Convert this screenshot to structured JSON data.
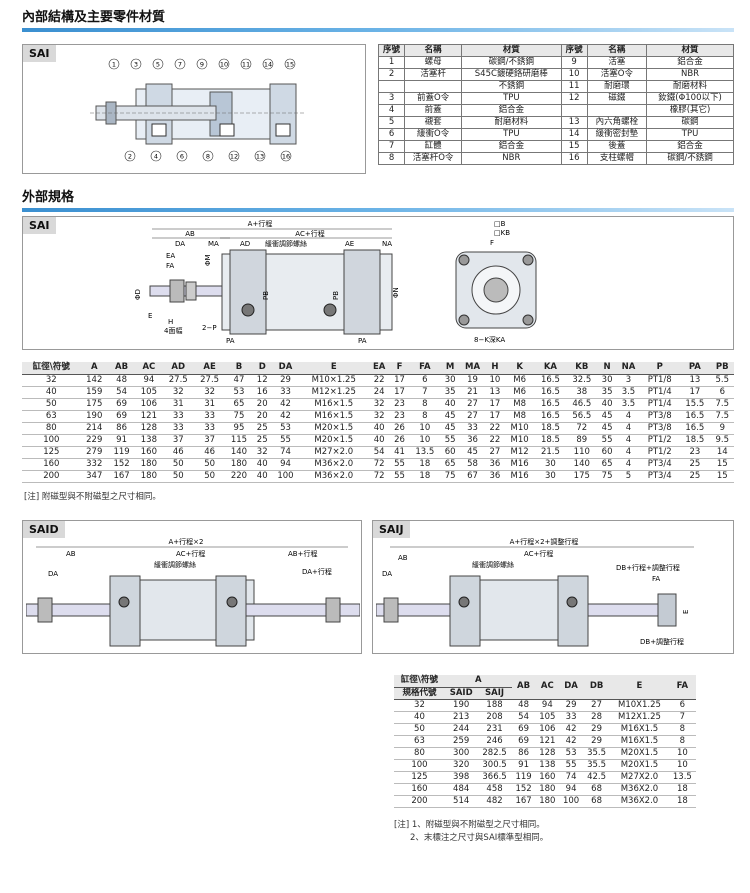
{
  "sections": {
    "internal": "內部結構及主要零件材質",
    "external": "外部規格"
  },
  "labels": {
    "sai": "SAI",
    "sai2": "SAI",
    "said": "SAID",
    "saij": "SAIJ"
  },
  "parts_header": [
    "序號",
    "名稱",
    "材質",
    "序號",
    "名稱",
    "材質"
  ],
  "parts_left": [
    [
      "1",
      "螺母",
      "碳鋼/不銹鋼"
    ],
    [
      "2",
      "活塞杆",
      "S45C鍍硬鉻研磨棒"
    ],
    [
      "",
      "",
      "不銹鋼"
    ],
    [
      "3",
      "前蓋O令",
      "TPU"
    ],
    [
      "4",
      "前蓋",
      "鋁合金"
    ],
    [
      "5",
      "襯套",
      "耐磨材料"
    ],
    [
      "6",
      "緩衝O令",
      "TPU"
    ],
    [
      "7",
      "缸體",
      "鋁合金"
    ],
    [
      "8",
      "活塞杆O令",
      "NBR"
    ]
  ],
  "parts_right": [
    [
      "9",
      "活塞",
      "鋁合金"
    ],
    [
      "10",
      "活塞O令",
      "NBR"
    ],
    [
      "11",
      "耐磨環",
      "耐磨材料"
    ],
    [
      "12",
      "磁鐵",
      "釹鐵(Φ100以下)"
    ],
    [
      "",
      "",
      "橡膠(其它)"
    ],
    [
      "13",
      "內六角螺栓",
      "碳鋼"
    ],
    [
      "14",
      "緩衝密封墊",
      "TPU"
    ],
    [
      "15",
      "後蓋",
      "鋁合金"
    ],
    [
      "16",
      "支柱螺帽",
      "碳鋼/不銹鋼"
    ]
  ],
  "callouts_top": [
    "1",
    "3",
    "5",
    "7",
    "9",
    "10",
    "11",
    "14",
    "15"
  ],
  "callouts_bottom": [
    "2",
    "4",
    "6",
    "8",
    "12",
    "13",
    "16"
  ],
  "dim": {
    "a_stroke": "A+行程",
    "ab": "AB",
    "ac_stroke": "AC+行程",
    "da": "DA",
    "ma": "MA",
    "ad": "AD",
    "ae": "AE",
    "na": "NA",
    "screw": "緩衝調節螺絲",
    "ea": "EA",
    "fa": "FA",
    "phi_m": "ΦM",
    "phi_d": "ΦD",
    "e": "E",
    "h": "H",
    "h_note": "4面幅",
    "two_p": "2−P",
    "pa": "PA",
    "pb": "PB",
    "phi_n": "ΦN",
    "sq_b": "□B",
    "sq_kb": "□KB",
    "f": "F",
    "k_note": "8−K深KA",
    "a_stroke2": "A+行程×2",
    "ab_stroke": "AB+行程",
    "da_stroke": "DA+行程",
    "a_stroke2_adj": "A+行程×2+調整行程",
    "db_stroke_adj": "DB+行程+調整行程",
    "db_adj": "DB+調整行程"
  },
  "spec_header": [
    "缸徑\\符號",
    "A",
    "AB",
    "AC",
    "AD",
    "AE",
    "B",
    "D",
    "DA",
    "E",
    "EA",
    "F",
    "FA",
    "M",
    "MA",
    "H",
    "K",
    "KA",
    "KB",
    "N",
    "NA",
    "P",
    "PA",
    "PB"
  ],
  "spec_rows": [
    [
      "32",
      "142",
      "48",
      "94",
      "27.5",
      "27.5",
      "47",
      "12",
      "29",
      "M10×1.25",
      "22",
      "17",
      "6",
      "30",
      "19",
      "10",
      "M6",
      "16.5",
      "32.5",
      "30",
      "3",
      "PT1/8",
      "13",
      "5.5"
    ],
    [
      "40",
      "159",
      "54",
      "105",
      "32",
      "32",
      "53",
      "16",
      "33",
      "M12×1.25",
      "24",
      "17",
      "7",
      "35",
      "21",
      "13",
      "M6",
      "16.5",
      "38",
      "35",
      "3.5",
      "PT1/4",
      "17",
      "6"
    ],
    [
      "50",
      "175",
      "69",
      "106",
      "31",
      "31",
      "65",
      "20",
      "42",
      "M16×1.5",
      "32",
      "23",
      "8",
      "40",
      "27",
      "17",
      "M8",
      "16.5",
      "46.5",
      "40",
      "3.5",
      "PT1/4",
      "15.5",
      "7.5"
    ],
    [
      "63",
      "190",
      "69",
      "121",
      "33",
      "33",
      "75",
      "20",
      "42",
      "M16×1.5",
      "32",
      "23",
      "8",
      "45",
      "27",
      "17",
      "M8",
      "16.5",
      "56.5",
      "45",
      "4",
      "PT3/8",
      "16.5",
      "7.5"
    ],
    [
      "80",
      "214",
      "86",
      "128",
      "33",
      "33",
      "95",
      "25",
      "53",
      "M20×1.5",
      "40",
      "26",
      "10",
      "45",
      "33",
      "22",
      "M10",
      "18.5",
      "72",
      "45",
      "4",
      "PT3/8",
      "16.5",
      "9"
    ],
    [
      "100",
      "229",
      "91",
      "138",
      "37",
      "37",
      "115",
      "25",
      "55",
      "M20×1.5",
      "40",
      "26",
      "10",
      "55",
      "36",
      "22",
      "M10",
      "18.5",
      "89",
      "55",
      "4",
      "PT1/2",
      "18.5",
      "9.5"
    ],
    [
      "125",
      "279",
      "119",
      "160",
      "46",
      "46",
      "140",
      "32",
      "74",
      "M27×2.0",
      "54",
      "41",
      "13.5",
      "60",
      "45",
      "27",
      "M12",
      "21.5",
      "110",
      "60",
      "4",
      "PT1/2",
      "23",
      "14"
    ],
    [
      "160",
      "332",
      "152",
      "180",
      "50",
      "50",
      "180",
      "40",
      "94",
      "M36×2.0",
      "72",
      "55",
      "18",
      "65",
      "58",
      "36",
      "M16",
      "30",
      "140",
      "65",
      "4",
      "PT3/4",
      "25",
      "15"
    ],
    [
      "200",
      "347",
      "167",
      "180",
      "50",
      "50",
      "220",
      "40",
      "100",
      "M36×2.0",
      "72",
      "55",
      "18",
      "75",
      "67",
      "36",
      "M16",
      "30",
      "175",
      "75",
      "5",
      "PT3/4",
      "25",
      "15"
    ]
  ],
  "note1": "[注] 附磁型與不附磁型之尺寸相同。",
  "t2": {
    "h_bore": "缸徑\\符號",
    "h_spec": "規格代號",
    "h_a": "A",
    "h_said": "SAID",
    "h_saij": "SAIJ",
    "cols": [
      "AB",
      "AC",
      "DA",
      "DB",
      "E",
      "FA"
    ]
  },
  "t2_rows": [
    [
      "32",
      "190",
      "188",
      "48",
      "94",
      "29",
      "27",
      "M10X1.25",
      "6"
    ],
    [
      "40",
      "213",
      "208",
      "54",
      "105",
      "33",
      "28",
      "M12X1.25",
      "7"
    ],
    [
      "50",
      "244",
      "231",
      "69",
      "106",
      "42",
      "29",
      "M16X1.5",
      "8"
    ],
    [
      "63",
      "259",
      "246",
      "69",
      "121",
      "42",
      "29",
      "M16X1.5",
      "8"
    ],
    [
      "80",
      "300",
      "282.5",
      "86",
      "128",
      "53",
      "35.5",
      "M20X1.5",
      "10"
    ],
    [
      "100",
      "320",
      "300.5",
      "91",
      "138",
      "55",
      "35.5",
      "M20X1.5",
      "10"
    ],
    [
      "125",
      "398",
      "366.5",
      "119",
      "160",
      "74",
      "42.5",
      "M27X2.0",
      "13.5"
    ],
    [
      "160",
      "484",
      "458",
      "152",
      "180",
      "94",
      "68",
      "M36X2.0",
      "18"
    ],
    [
      "200",
      "514",
      "482",
      "167",
      "180",
      "100",
      "68",
      "M36X2.0",
      "18"
    ]
  ],
  "note2a": "[注] 1、附磁型與不附磁型之尺寸相同。",
  "note2b": "2、末標注之尺寸與SAI標準型相同。"
}
